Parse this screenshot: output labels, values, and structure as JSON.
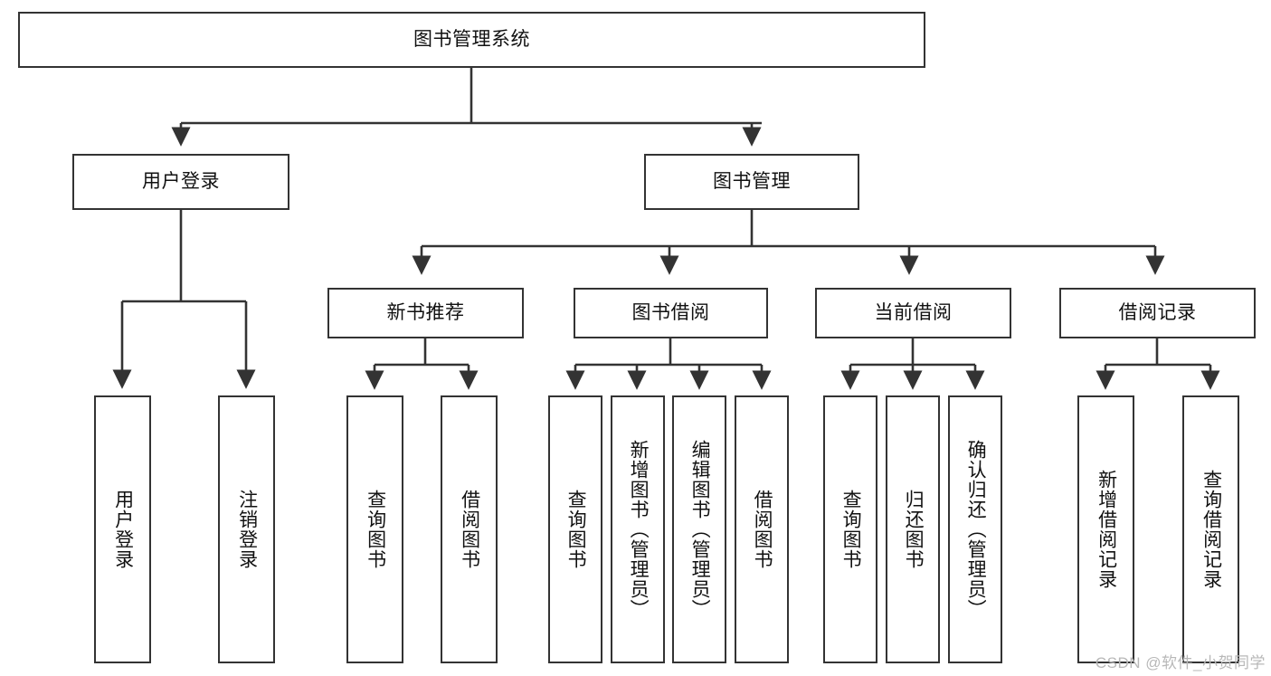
{
  "diagram": {
    "type": "hierarchy-tree",
    "title_node": {
      "label": "图书管理系统"
    },
    "level2": [
      {
        "id": "user-login",
        "label": "用户登录"
      },
      {
        "id": "book-manage",
        "label": "图书管理"
      }
    ],
    "level3": [
      {
        "id": "new-book-recommend",
        "label": "新书推荐"
      },
      {
        "id": "book-borrow",
        "label": "图书借阅"
      },
      {
        "id": "current-borrow",
        "label": "当前借阅"
      },
      {
        "id": "borrow-record",
        "label": "借阅记录"
      }
    ],
    "leaves": {
      "user_login": [
        {
          "id": "leaf-user-login",
          "label": "用户登录"
        },
        {
          "id": "leaf-logout",
          "label": "注销登录"
        }
      ],
      "new_book_recommend": [
        {
          "id": "leaf-query-book-1",
          "label": "查询图书"
        },
        {
          "id": "leaf-borrow-book-1",
          "label": "借阅图书"
        }
      ],
      "book_borrow": [
        {
          "id": "leaf-query-book-2",
          "label": "查询图书"
        },
        {
          "id": "leaf-add-book",
          "label": "新增图书（管理员）"
        },
        {
          "id": "leaf-edit-book",
          "label": "编辑图书（管理员）"
        },
        {
          "id": "leaf-borrow-book-2",
          "label": "借阅图书"
        }
      ],
      "current_borrow": [
        {
          "id": "leaf-query-book-3",
          "label": "查询图书"
        },
        {
          "id": "leaf-return-book",
          "label": "归还图书"
        },
        {
          "id": "leaf-confirm-return",
          "label": "确认归还（管理员）"
        }
      ],
      "borrow_record": [
        {
          "id": "leaf-add-record",
          "label": "新增借阅记录"
        },
        {
          "id": "leaf-query-record",
          "label": "查询借阅记录"
        }
      ]
    },
    "colors": {
      "box_border": "#333333",
      "box_fill": "#ffffff",
      "connector": "#333333",
      "text": "#111111",
      "watermark": "#b8b8b8",
      "background": "#ffffff"
    }
  },
  "watermark": {
    "text": "CSDN @软件_小贺同学"
  }
}
